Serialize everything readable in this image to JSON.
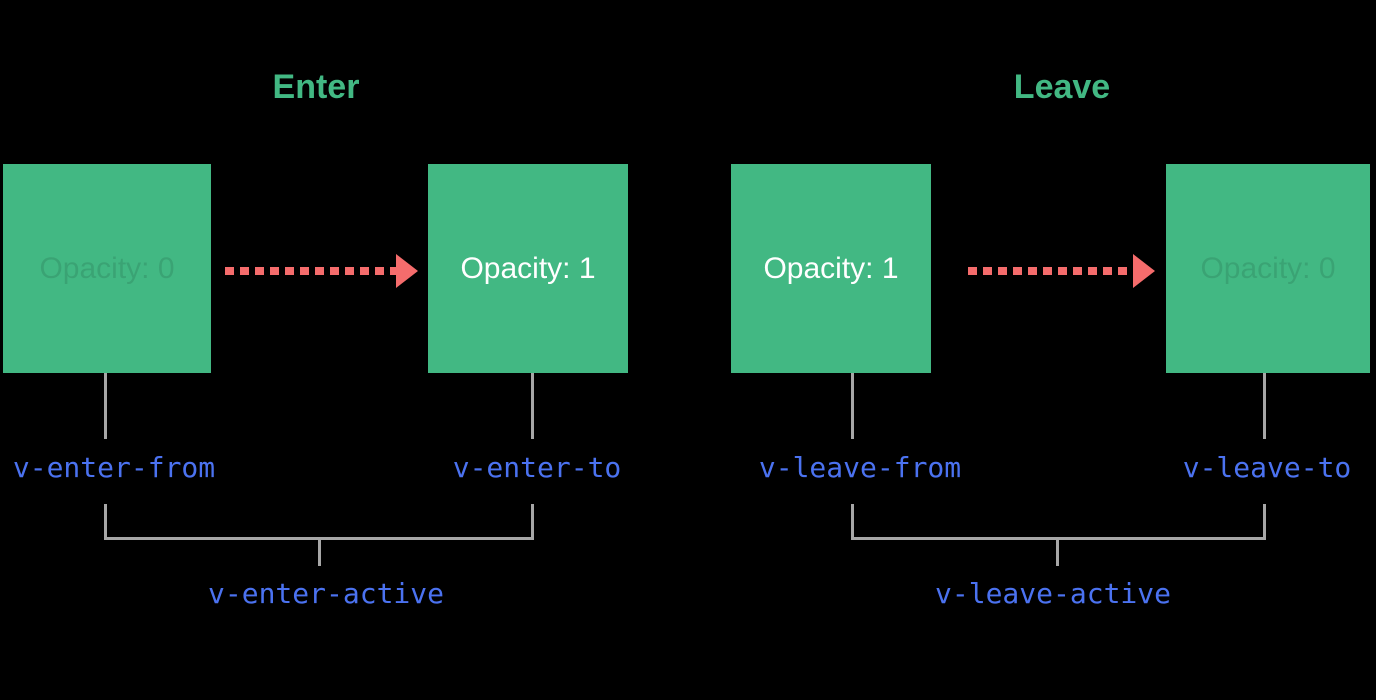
{
  "colors": {
    "background": "#000000",
    "box_green": "#42b883",
    "title_green": "#42b883",
    "arrow_red": "#f56c6c",
    "line_gray": "#a7a7a7",
    "class_label_blue": "#4b72f0",
    "box_text_white": "#ffffff"
  },
  "sections": [
    {
      "title": "Enter",
      "from_box_text": "Opacity: 0",
      "to_box_text": "Opacity: 1",
      "from_class": "v-enter-from",
      "to_class": "v-enter-to",
      "active_class": "v-enter-active"
    },
    {
      "title": "Leave",
      "from_box_text": "Opacity: 1",
      "to_box_text": "Opacity: 0",
      "from_class": "v-leave-from",
      "to_class": "v-leave-to",
      "active_class": "v-leave-active"
    }
  ]
}
